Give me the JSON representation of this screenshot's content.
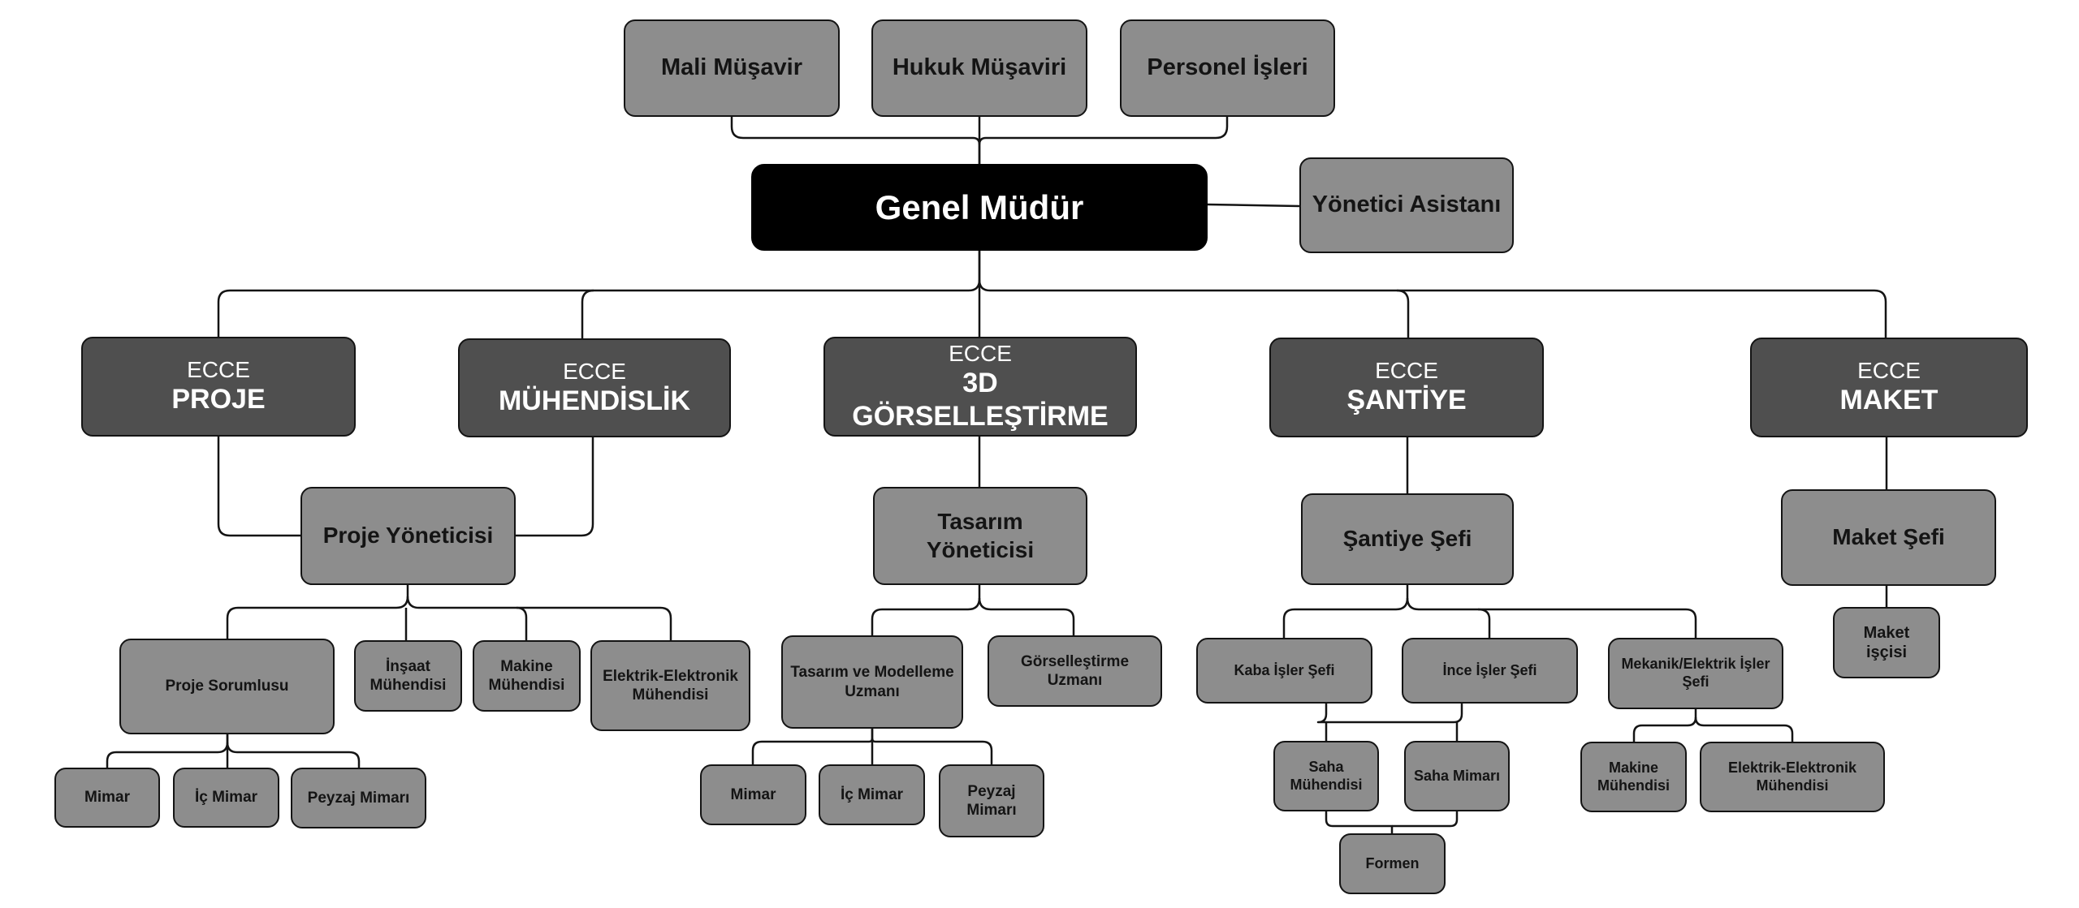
{
  "chart": {
    "root": "Genel Müdür",
    "advisors": [
      "Mali Müşavir",
      "Hukuk Müşaviri",
      "Personel İşleri"
    ],
    "assistant": "Yönetici Asistanı",
    "departments": [
      {
        "brand": "ECCE",
        "name": "PROJE"
      },
      {
        "brand": "ECCE",
        "name": "MÜHENDİSLİK"
      },
      {
        "brand": "ECCE",
        "name": "3D GÖRSELLEŞTİRME"
      },
      {
        "brand": "ECCE",
        "name": "ŞANTİYE"
      },
      {
        "brand": "ECCE",
        "name": "MAKET"
      }
    ],
    "project": {
      "manager": "Proje Yöneticisi",
      "roles": [
        "Proje Sorumlusu",
        "İnşaat Mühendisi",
        "Makine Mühendisi",
        "Elektrik-Elektronik Mühendisi"
      ],
      "sub": [
        "Mimar",
        "İç Mimar",
        "Peyzaj Mimarı"
      ]
    },
    "design": {
      "manager": "Tasarım Yöneticisi",
      "roles": [
        "Tasarım ve Modelleme Uzmanı",
        "Görselleştirme Uzmanı"
      ],
      "sub": [
        "Mimar",
        "İç Mimar",
        "Peyzaj Mimarı"
      ]
    },
    "site": {
      "manager": "Şantiye Şefi",
      "roles": [
        "Kaba İşler Şefi",
        "İnce İşler Şefi",
        "Mekanik/Elektrik İşler Şefi"
      ],
      "sub": [
        "Saha Mühendisi",
        "Saha Mimarı"
      ],
      "foreman": "Formen",
      "mep": [
        "Makine Mühendisi",
        "Elektrik-Elektronik Mühendisi"
      ]
    },
    "model": {
      "manager": "Maket Şefi",
      "worker": "Maket işçisi"
    }
  }
}
